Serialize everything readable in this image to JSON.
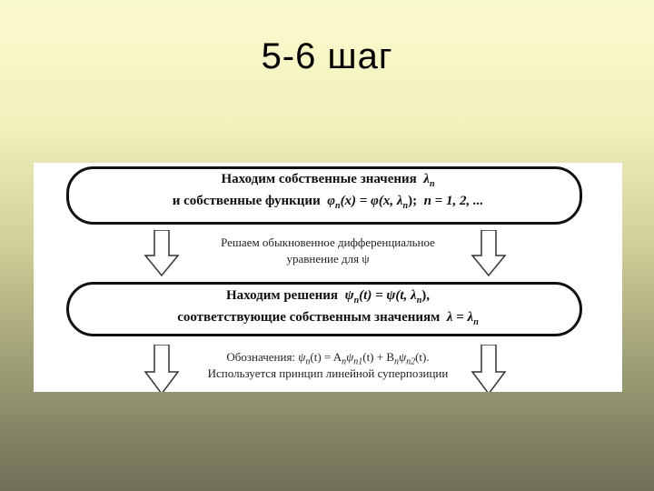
{
  "slide": {
    "title": "5-6 шаг"
  },
  "diagram": {
    "box1": {
      "line1_text": "Находим собственные значения",
      "line1_symbol": "λ",
      "line1_sub": "n",
      "line2_text": "и собственные функции",
      "line2_formula": "φ",
      "line2_formula_sub": "n",
      "line2_formula_rest": "(x) = φ(x, λ",
      "line2_formula_sub2": "n",
      "line2_formula_end": ");",
      "line2_n": "n = 1, 2, ..."
    },
    "note1": {
      "line1": "Решаем обыкновенное дифференциальное",
      "line2": "уравнение для ψ"
    },
    "box2": {
      "line1_text": "Находим решения",
      "line1_formula_a": "ψ",
      "line1_formula_sub": "n",
      "line1_formula_b": "(t) = ψ(t, λ",
      "line1_formula_sub2": "n",
      "line1_formula_end": "),",
      "line2_text": "соответствующие собственным значениям",
      "line2_formula": "λ = λ",
      "line2_formula_sub": "n"
    },
    "note2": {
      "line1_label": "Обозначения:",
      "line1_formula": "ψ",
      "line1_formula_sub": "n",
      "line1_formula_rest": "(t) = A",
      "line1_formula_sub2": "n",
      "line1_formula_psi1": "ψ",
      "line1_formula_sub3": "n1",
      "line1_formula_mid": "(t) + B",
      "line1_formula_sub4": "n",
      "line1_formula_psi2": "ψ",
      "line1_formula_sub5": "n2",
      "line1_formula_end": "(t).",
      "line2": "Используется принцип линейной суперпозиции"
    }
  }
}
